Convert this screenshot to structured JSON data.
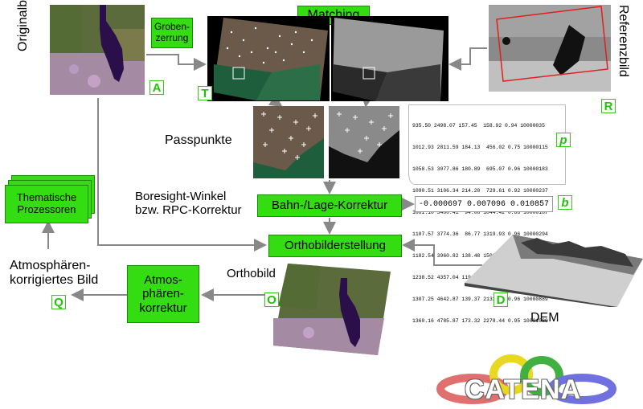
{
  "labels": {
    "originalbild": "Originalbild",
    "referenzbild": "Referenzbild",
    "passpunkte": "Passpunkte",
    "boresight_line1": "Boresight-Winkel",
    "boresight_line2": "bzw. RPC-Korrektur",
    "atmos_corrected_line1": "Atmosphären-",
    "atmos_corrected_line2": "korrigiertes Bild",
    "orthobild": "Orthobild",
    "dem": "DEM"
  },
  "boxes": {
    "matching": "Matching",
    "grobentzerrung_line1": "Groben-",
    "grobentzerrung_line2": "zerrung",
    "bahn_lage": "Bahn-/Lage-Korrektur",
    "orthobild_erstellung": "Orthobilderstellung",
    "atmos_line1": "Atmos-",
    "atmos_line2": "phären-",
    "atmos_line3": "korrektur",
    "thematische_line1": "Thematische",
    "thematische_line2": "Prozessoren"
  },
  "tags": {
    "A": "A",
    "T": "T",
    "R": "R",
    "p": "p",
    "b": "b",
    "O": "O",
    "D": "D",
    "Q": "Q"
  },
  "tiepoint_table": [
    "935.50 2498.07 157.45  158.92 0.94 10000035",
    "1012.93 2811.59 184.13  456.02 0.75 10000115",
    "1058.53 3077.86 180.89  695.07 0.96 10000183",
    "1090.51 3106.34 214.20  729.61 0.92 10000237",
    "1061.10 3480.41  94.08 1044.42 0.86 10000187",
    "1107.57 3774.36  86.77 1319.93 0.96 10000294",
    "1182.54 3960.82 138.48 1508.97 0.94 10000482",
    "1238.52 4357.04 119.43 1871.49 0.97 10000656",
    "1307.25 4642.87 139.37 2133.18 0.96 10000889",
    "1360.16 4785.87 173.32 2278.44 0.95 10001089"
  ],
  "boresight_values": "-0.000697 0.007096 0.010857",
  "logo_text": "CATENA",
  "colors": {
    "box_green": "#33dd11",
    "tag_green": "#22c20a",
    "arrow_gray": "#888888",
    "frame_red": "#e02020"
  }
}
